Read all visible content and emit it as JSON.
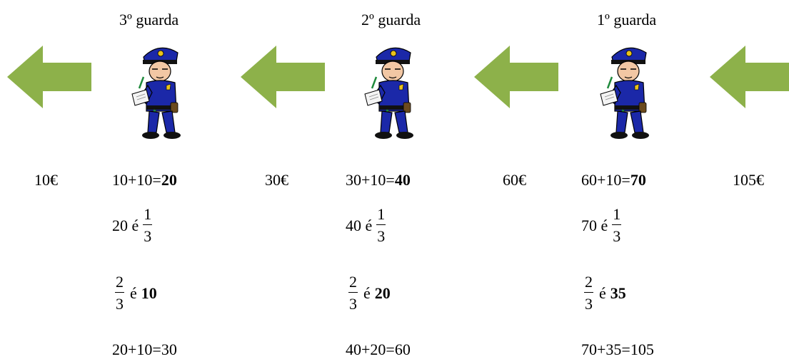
{
  "colors": {
    "arrow": "#8db14a",
    "uniform": "#1b28a8",
    "skin": "#f2c7a4"
  },
  "icons": {
    "arrow": "arrow-left-icon",
    "guard": "police-officer-icon"
  },
  "amounts": {
    "a0": "10€",
    "a1": "30€",
    "a2": "60€",
    "a3": "105€"
  },
  "guards": [
    {
      "title": "3º guarda",
      "sum_prefix": "10+10=",
      "sum_result": "20",
      "third_prefix": "20 é",
      "third_num": "1",
      "third_den": "3",
      "twothirds_num": "2",
      "twothirds_den": "3",
      "twothirds_mid": "é",
      "twothirds_result": "10",
      "final": "20+10=30"
    },
    {
      "title": "2º guarda",
      "sum_prefix": "30+10=",
      "sum_result": "40",
      "third_prefix": "40 é",
      "third_num": "1",
      "third_den": "3",
      "twothirds_num": "2",
      "twothirds_den": "3",
      "twothirds_mid": "é",
      "twothirds_result": "20",
      "final": "40+20=60"
    },
    {
      "title": "1º guarda",
      "sum_prefix": "60+10=",
      "sum_result": "70",
      "third_prefix": "70 é",
      "third_num": "1",
      "third_den": "3",
      "twothirds_num": "2",
      "twothirds_den": "3",
      "twothirds_mid": "é",
      "twothirds_result": "35",
      "final": "70+35=105"
    }
  ]
}
